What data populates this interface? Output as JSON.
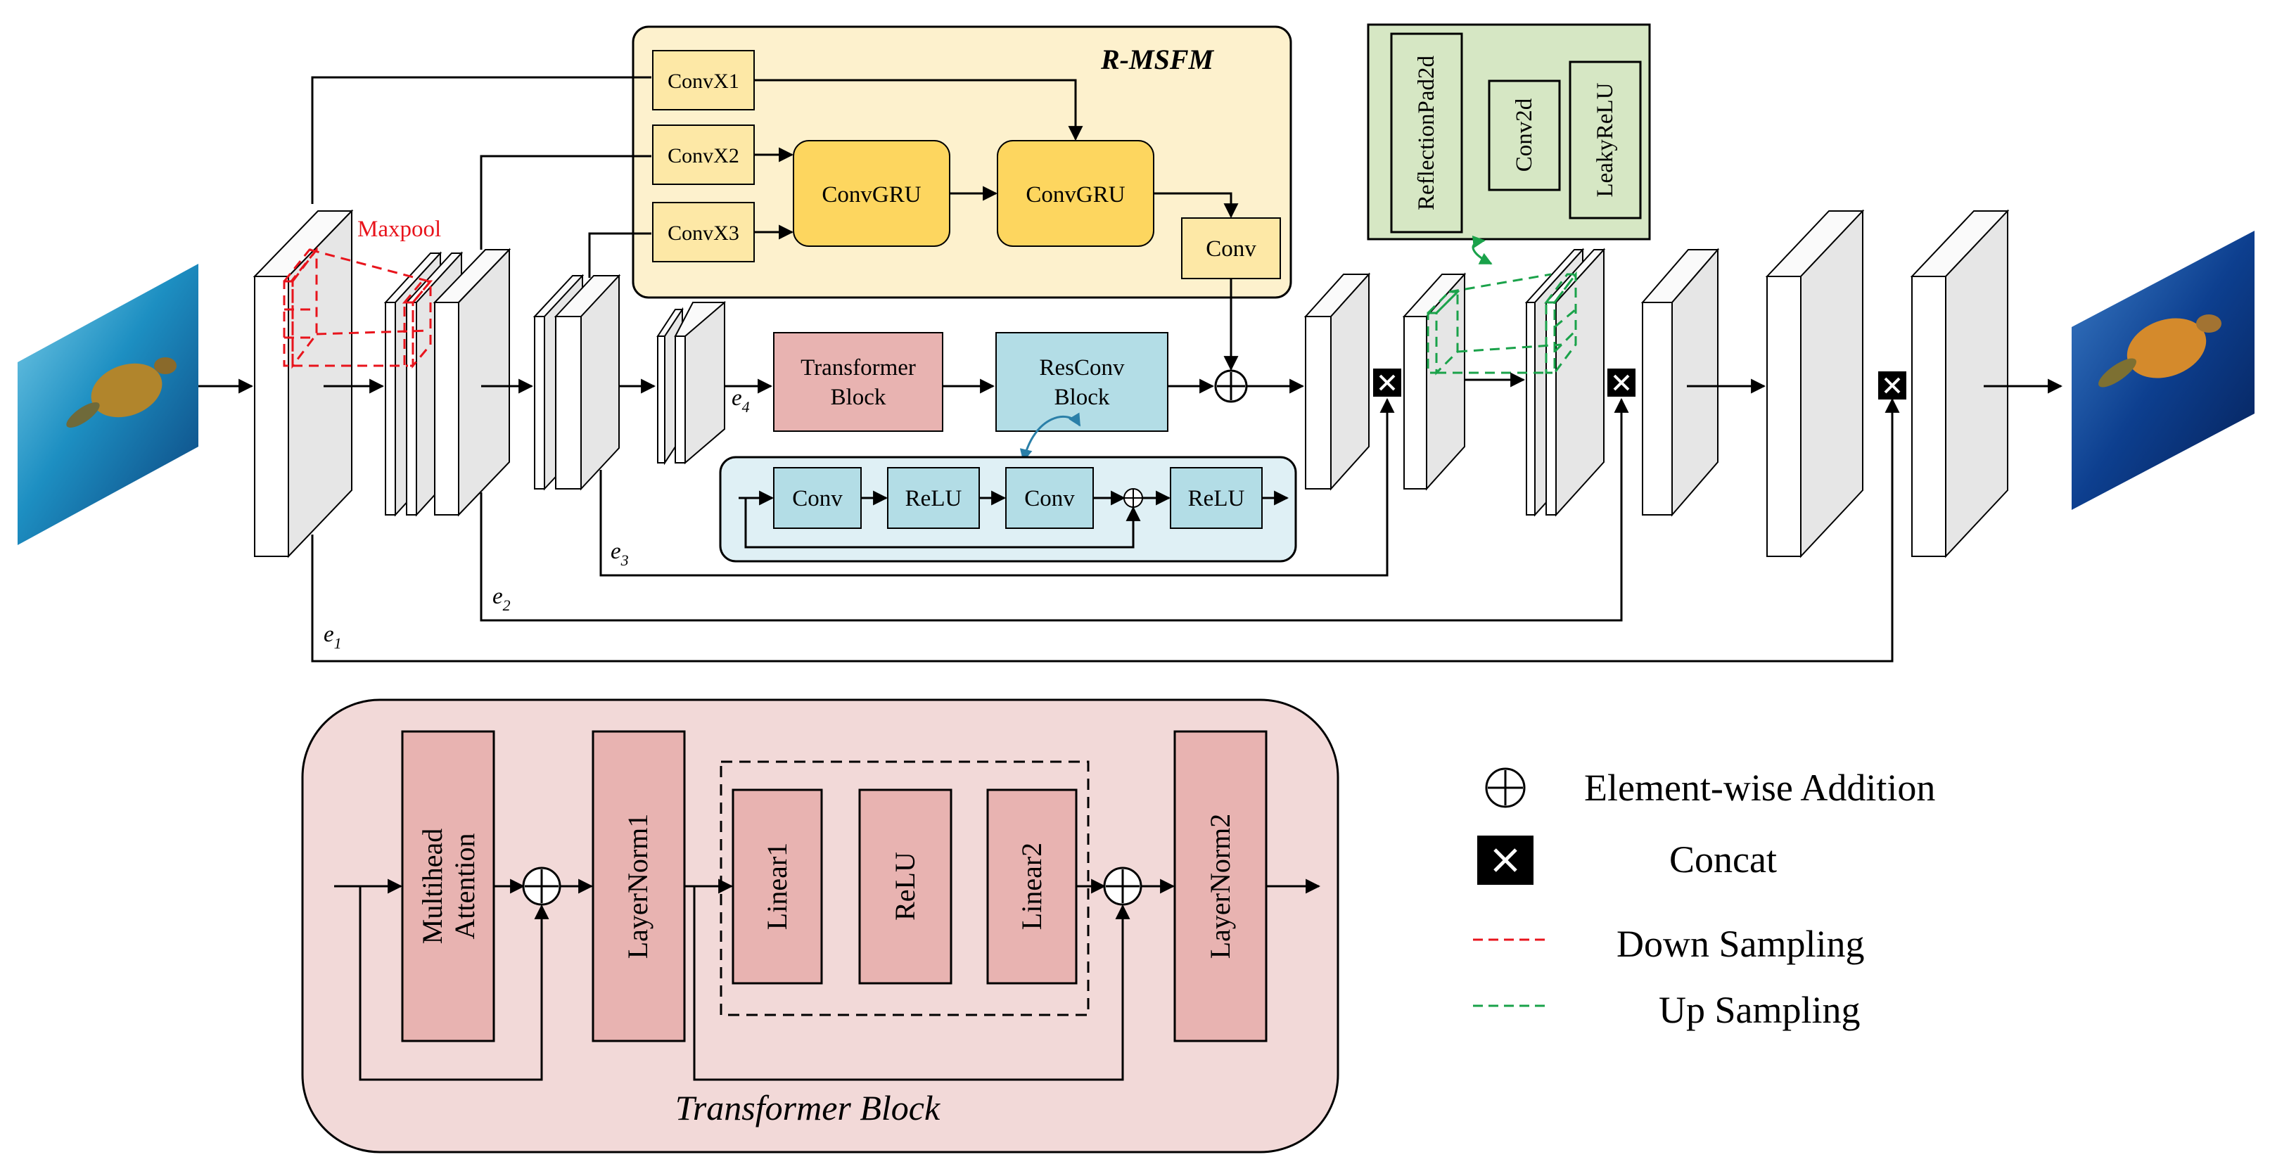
{
  "rmsfm": {
    "title": "R-MSFM",
    "convx1": "ConvX1",
    "convx2": "ConvX2",
    "convx3": "ConvX3",
    "convgru_a": "ConvGRU",
    "convgru_b": "ConvGRU",
    "conv": "Conv"
  },
  "upsample_block": {
    "reflectionpad": "ReflectionPad2d",
    "conv2d": "Conv2d",
    "leakyrelu": "LeakyReLU"
  },
  "main_path": {
    "maxpool": "Maxpool",
    "transformer_block": [
      "Transformer",
      "Block"
    ],
    "resconv_block": [
      "ResConv",
      "Block"
    ]
  },
  "resconv_detail": {
    "conv_a": "Conv",
    "relu_a": "ReLU",
    "conv_b": "Conv",
    "relu_b": "ReLU"
  },
  "skips": {
    "e": "e",
    "e1": "1",
    "e2": "2",
    "e3": "3",
    "e4": "4"
  },
  "transformer_detail": {
    "caption": "Transformer Block",
    "mha": [
      "Multihead",
      "Attention"
    ],
    "layernorm1": "LayerNorm1",
    "linear1": "Linear1",
    "relu": "ReLU",
    "linear2": "Linear2",
    "layernorm2": "LayerNorm2"
  },
  "legend": {
    "addition": "Element-wise Addition",
    "concat": "Concat",
    "down": "Down Sampling",
    "up": "Up Sampling"
  },
  "colors": {
    "rmsfm_bg": "#fdf1cd",
    "convx_fill": "#fde8a6",
    "convgru_fill": "#fdd65f",
    "green_bg": "#d6e7c4",
    "transformer_fill": "#e8b3b1",
    "transformer_bg": "#f2d9d8",
    "resconv_fill": "#b3dde6",
    "resconv_bg": "#dff0f5",
    "feature_gray": "#e6e6e6",
    "downsample": "#e8141c",
    "upsample": "#1aa24a"
  }
}
